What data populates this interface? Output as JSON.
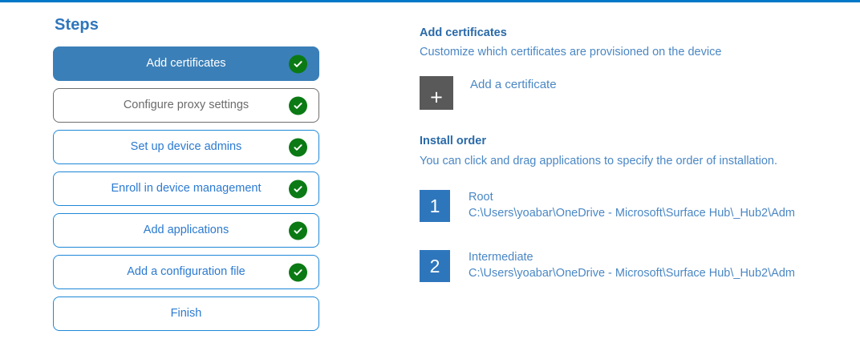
{
  "theme": {
    "accent_bar": "#0078c8",
    "active_step_bg": "#3b7fb8",
    "step_border": "#1e88d8",
    "step_text": "#2b7ad0",
    "hover_border": "#6e6e6e",
    "hover_text": "#6b6b6b",
    "check_green": "#0b7a14",
    "heading_blue": "#2a6aa8",
    "body_blue": "#4a87c4",
    "badge_blue": "#2e76bc",
    "tile_gray": "#595959"
  },
  "steps_panel": {
    "title": "Steps",
    "items": [
      {
        "label": "Add certificates",
        "state": "active",
        "completed": true
      },
      {
        "label": "Configure proxy settings",
        "state": "hover",
        "completed": true
      },
      {
        "label": "Set up device admins",
        "state": "default",
        "completed": true
      },
      {
        "label": "Enroll in device management",
        "state": "default",
        "completed": true
      },
      {
        "label": "Add applications",
        "state": "default",
        "completed": true
      },
      {
        "label": "Add a configuration file",
        "state": "default",
        "completed": true
      },
      {
        "label": "Finish",
        "state": "default",
        "completed": false
      }
    ]
  },
  "detail": {
    "heading": "Add certificates",
    "subtitle": "Customize which certificates are provisioned on the device",
    "add_certificate": {
      "icon": "plus-icon",
      "glyph": "+",
      "label": "Add a certificate"
    },
    "install_order": {
      "heading": "Install order",
      "subtitle": "You can click and drag applications to specify the order of installation.",
      "items": [
        {
          "index": "1",
          "name": "Root",
          "path": "C:\\Users\\yoabar\\OneDrive - Microsoft\\Surface Hub\\_Hub2\\Adm"
        },
        {
          "index": "2",
          "name": "Intermediate",
          "path": "C:\\Users\\yoabar\\OneDrive - Microsoft\\Surface Hub\\_Hub2\\Adm"
        }
      ]
    }
  }
}
